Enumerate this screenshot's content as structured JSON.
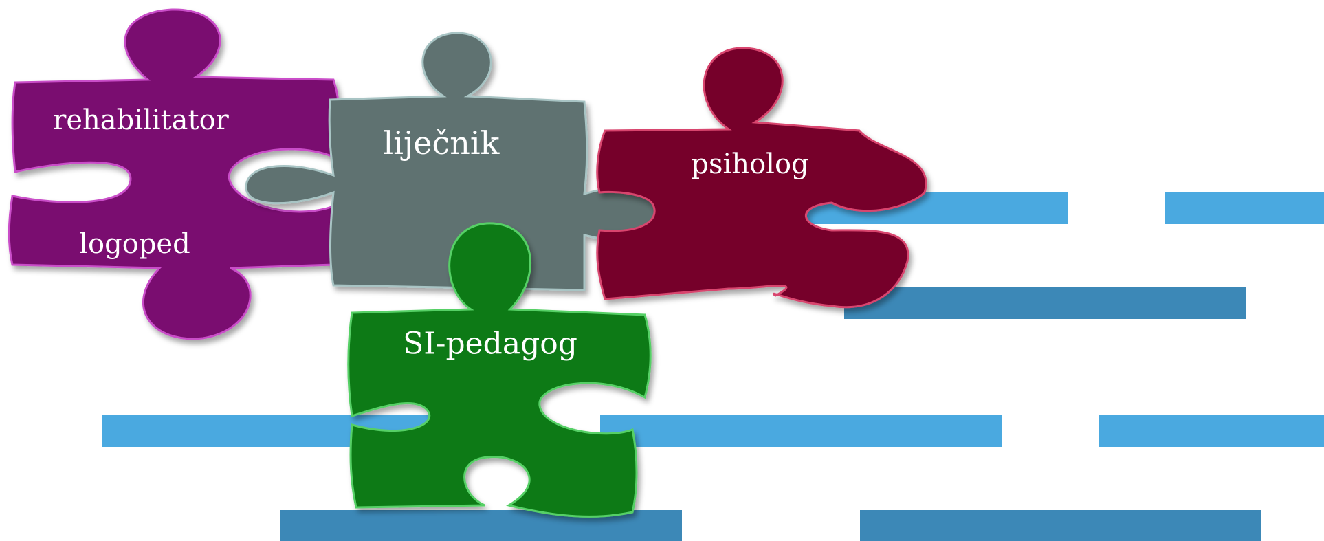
{
  "pieces": {
    "rehabilitator_label": "rehabilitator",
    "logoped_label": "logoped",
    "lijecnik_label": "liječnik",
    "psiholog_label": "psiholog",
    "si_pedagog_label": "SI-pedagog"
  },
  "colors": {
    "background": "#ffffff",
    "bar_light": "#4aa9e0",
    "bar_dark": "#3c88b7",
    "purple": "#7a0a6f",
    "purple_edge": "#c94ec8",
    "grey": "#5f7271",
    "grey_edge": "#a8c4c4",
    "maroon": "#76022b",
    "maroon_edge": "#d8456e",
    "green": "#0a7a14",
    "green_edge": "#56d066"
  }
}
